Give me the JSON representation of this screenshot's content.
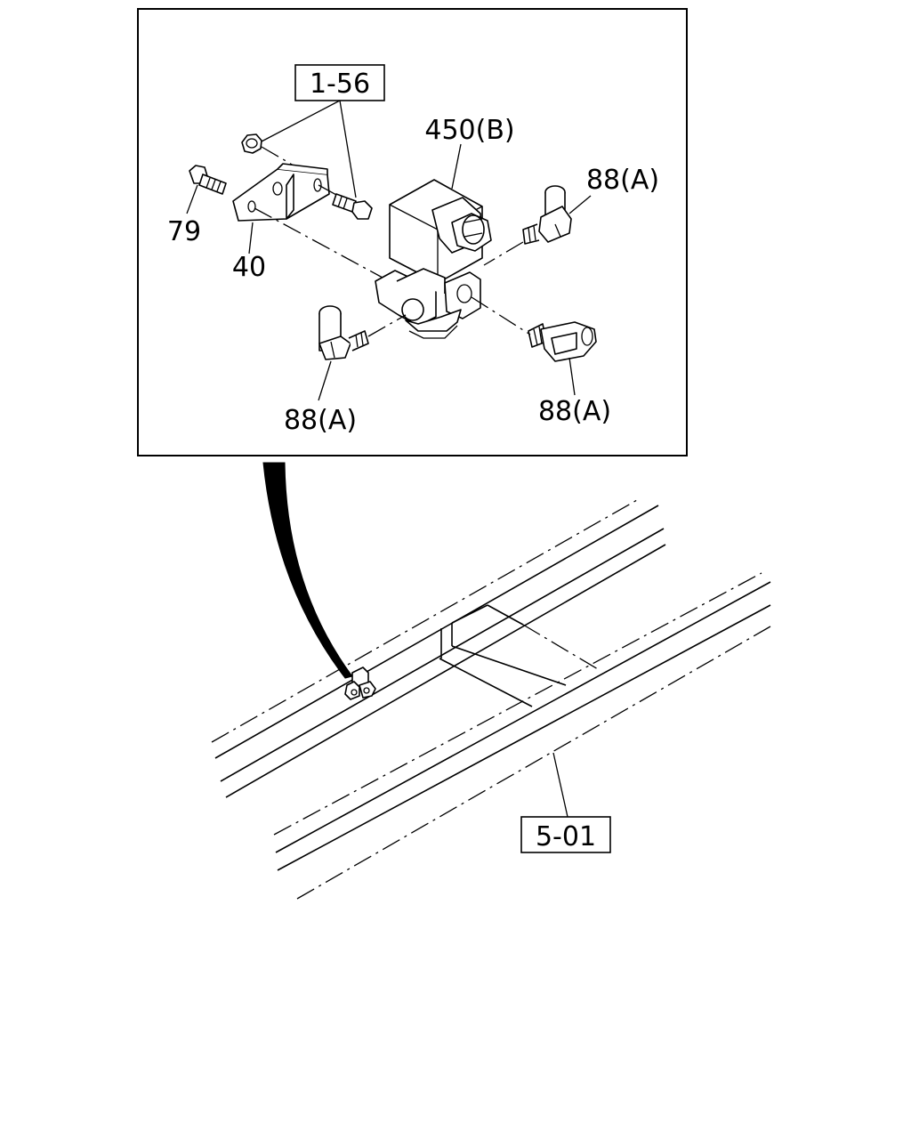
{
  "labels": {
    "ref_top": "1-56",
    "ref_bottom": "5-01",
    "part_450b": "450(B)",
    "part_88a_top": "88(A)",
    "part_88a_left": "88(A)",
    "part_88a_right": "88(A)",
    "part_79": "79",
    "part_40": "40"
  }
}
